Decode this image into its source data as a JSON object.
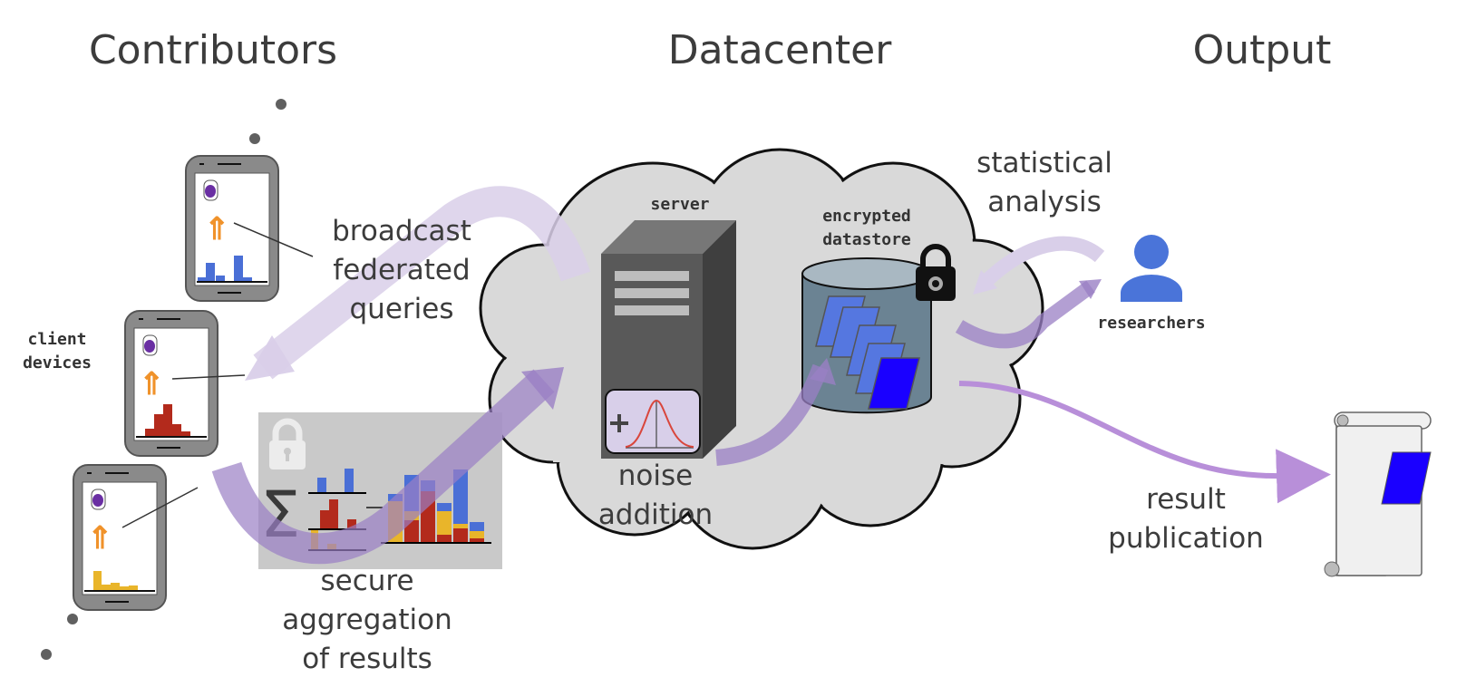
{
  "headings": {
    "contributors": "Contributors",
    "datacenter": "Datacenter",
    "output": "Output"
  },
  "labels": {
    "client_devices": [
      "client",
      "devices"
    ],
    "broadcast": [
      "broadcast",
      "federated",
      "queries"
    ],
    "secure_aggregation": [
      "secure",
      "aggregation",
      "of results"
    ],
    "noise_addition": [
      "noise",
      "addition"
    ],
    "server": "server",
    "encrypted_datastore": [
      "encrypted",
      "datastore"
    ],
    "statistical_analysis": [
      "statistical",
      "analysis"
    ],
    "researchers": "researchers",
    "result_publication": [
      "result",
      "publication"
    ]
  },
  "icons": {
    "phone": "phone-icon",
    "database": "database-icon",
    "tensorflow": "tensorflow-icon",
    "lock": "lock-icon",
    "sigma": "sigma-icon",
    "server": "server-icon",
    "gaussian": "gaussian-noise-icon",
    "cylinder": "datastore-icon",
    "person": "person-icon",
    "scroll": "scroll-icon"
  },
  "colors": {
    "arrow_light": "#d9cfe9",
    "arrow_dark": "#9a7fc4",
    "arrow_publish": "#b88fd9",
    "cloud_fill": "#d9d9d9",
    "phone_body": "#8a8a8a",
    "bar_blue": "#4a6fd6",
    "bar_red": "#b32a1c",
    "bar_yellow": "#e9b52a",
    "db_purple": "#6a2fa3",
    "tf_orange": "#f0922a",
    "server_front": "#595959",
    "server_side": "#3f3f3f",
    "server_top": "#777777",
    "datastore_body": "#6b8393",
    "datastore_top": "#a9b8c2",
    "doc_blue": "#5577e0",
    "doc_highlight": "#1a00ff",
    "person_blue": "#4a74d9",
    "noise_panel": "#d8cfe9",
    "noise_curve": "#d9463c"
  }
}
